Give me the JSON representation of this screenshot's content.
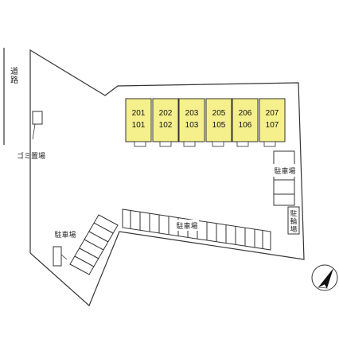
{
  "labels": {
    "road": "道路",
    "garbage": "ゴミ置場",
    "parking_left": "駐車場",
    "parking_center": "駐車場",
    "parking_right": "駐車場",
    "bicycle": "駐輪場"
  },
  "units": [
    {
      "upper": "201",
      "lower": "101"
    },
    {
      "upper": "202",
      "lower": "102"
    },
    {
      "upper": "203",
      "lower": "103"
    },
    {
      "upper": "205",
      "lower": "105"
    },
    {
      "upper": "206",
      "lower": "106"
    },
    {
      "upper": "207",
      "lower": "107"
    }
  ],
  "colors": {
    "unit_fill": "#f5f08c",
    "line": "#333333"
  },
  "icons": {
    "north": "north-arrow-icon"
  }
}
